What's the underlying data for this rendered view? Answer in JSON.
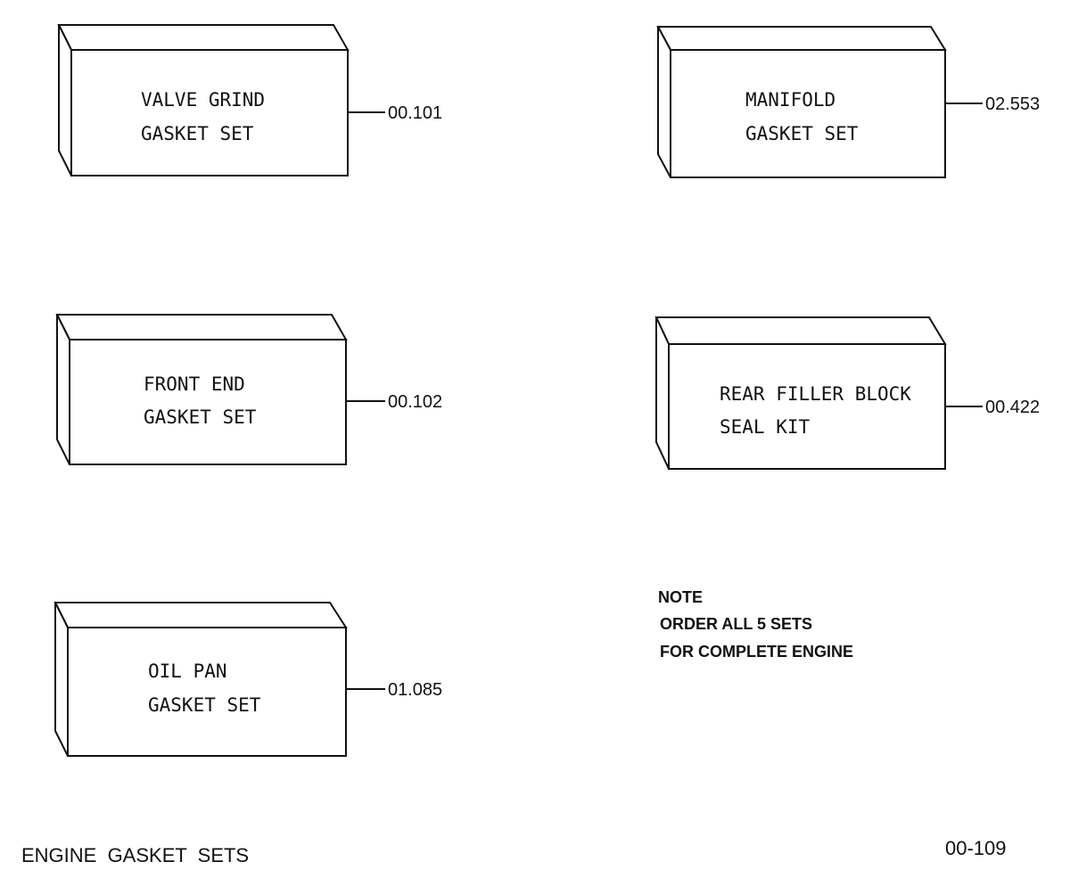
{
  "parts": [
    {
      "id": "valve-grind",
      "line1": "VALVE GRIND",
      "line2": "GASKET SET",
      "part_number": "00.101"
    },
    {
      "id": "manifold",
      "line1": "MANIFOLD",
      "line2": "GASKET SET",
      "part_number": "02.553"
    },
    {
      "id": "front-end",
      "line1": "FRONT END",
      "line2": "GASKET SET",
      "part_number": "00.102"
    },
    {
      "id": "rear-filler",
      "line1": "REAR FILLER BLOCK",
      "line2": "SEAL KIT",
      "part_number": "00.422"
    },
    {
      "id": "oil-pan",
      "line1": "OIL PAN",
      "line2": "GASKET SET",
      "part_number": "01.085"
    }
  ],
  "note": {
    "heading": "NOTE",
    "line1": "ORDER ALL 5 SETS",
    "line2": "FOR COMPLETE ENGINE"
  },
  "footer": {
    "title": "ENGINE  GASKET  SETS",
    "page_number": "00-109"
  }
}
